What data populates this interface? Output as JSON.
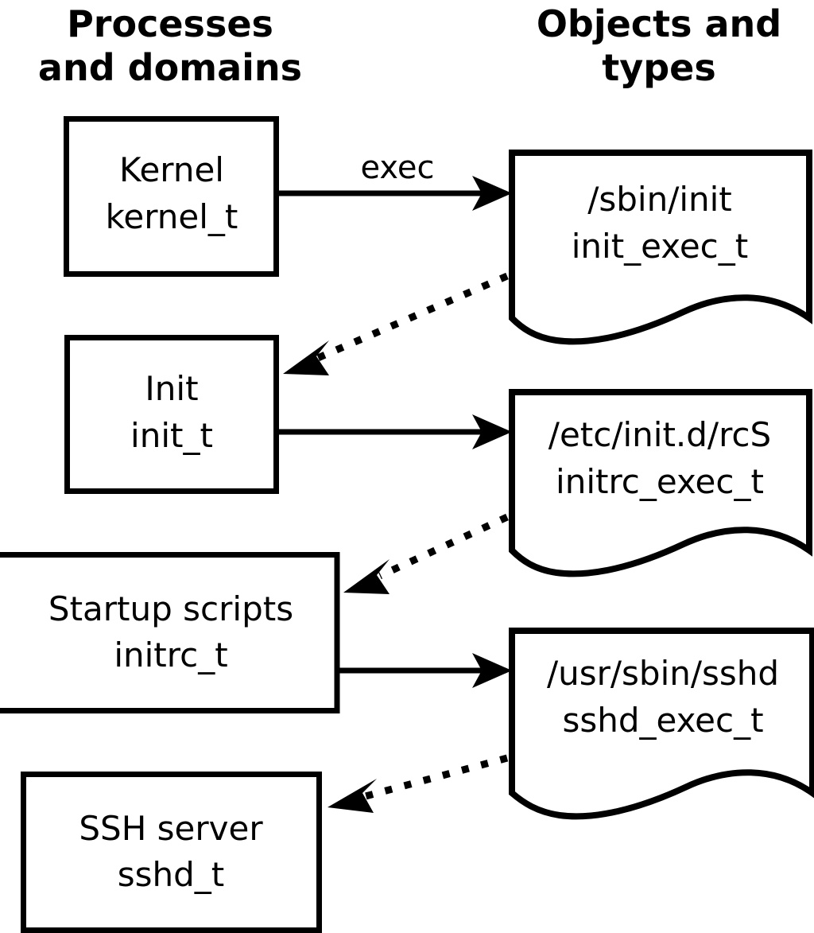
{
  "diagram": {
    "title_left": "Processes\nand domains",
    "headers": {
      "left_line1": "Processes",
      "left_line2": "and domains",
      "right_line1": "Objects and",
      "right_line2": "types"
    },
    "colors": {
      "background": "#ffffff",
      "stroke": "#000000",
      "text": "#000000"
    },
    "process_nodes": [
      {
        "id": "kernel",
        "line1": "Kernel",
        "line2": "kernel_t"
      },
      {
        "id": "init",
        "line1": "Init",
        "line2": "init_t"
      },
      {
        "id": "initrc",
        "line1": "Startup scripts",
        "line2": "initrc_t"
      },
      {
        "id": "sshd",
        "line1": "SSH server",
        "line2": "sshd_t"
      }
    ],
    "object_nodes": [
      {
        "id": "init_exec",
        "line1": "/sbin/init",
        "line2": "init_exec_t"
      },
      {
        "id": "initrc_exec",
        "line1": "/etc/init.d/rcS",
        "line2": "initrc_exec_t"
      },
      {
        "id": "sshd_exec",
        "line1": "/usr/sbin/sshd",
        "line2": "sshd_exec_t"
      }
    ],
    "edges": [
      {
        "id": "kernel-exec-init_exec",
        "from": "kernel",
        "to": "init_exec",
        "style": "solid",
        "label": "exec"
      },
      {
        "id": "init_exec-transition-init",
        "from": "init_exec",
        "to": "init",
        "style": "dotted",
        "label": ""
      },
      {
        "id": "init-exec-initrc_exec",
        "from": "init",
        "to": "initrc_exec",
        "style": "solid",
        "label": ""
      },
      {
        "id": "initrc_exec-transition-initrc",
        "from": "initrc_exec",
        "to": "initrc",
        "style": "dotted",
        "label": ""
      },
      {
        "id": "initrc-exec-sshd_exec",
        "from": "initrc",
        "to": "sshd_exec",
        "style": "solid",
        "label": ""
      },
      {
        "id": "sshd_exec-transition-sshd",
        "from": "sshd_exec",
        "to": "sshd",
        "style": "dotted",
        "label": ""
      }
    ]
  }
}
